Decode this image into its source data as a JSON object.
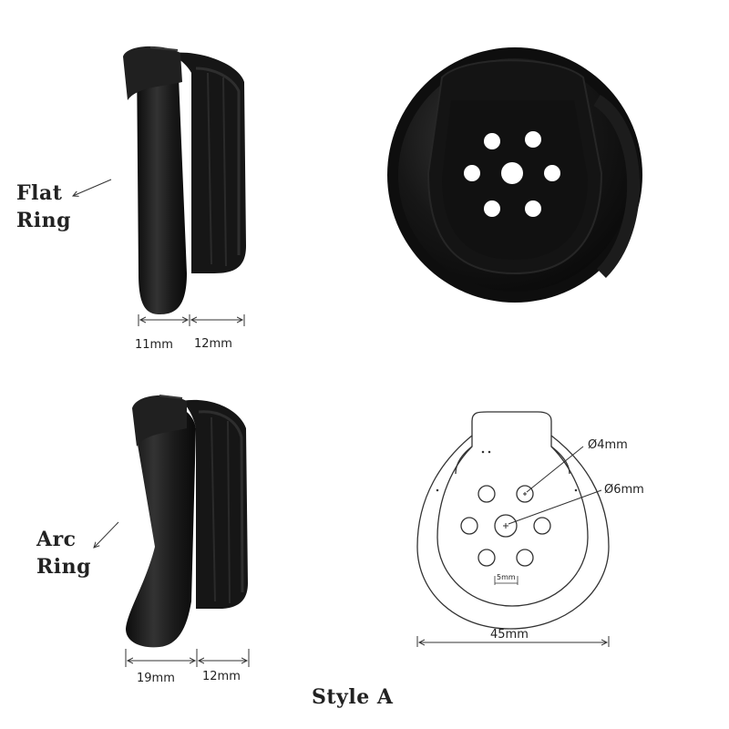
{
  "labels": {
    "flat_ring_line1": "Flat",
    "flat_ring_line2": "Ring",
    "arc_ring_line1": "Arc",
    "arc_ring_line2": "Ring",
    "style_title": "Style A"
  },
  "dimensions": {
    "flat_base": "11mm",
    "flat_cage": "12mm",
    "arc_base": "19mm",
    "arc_cage": "12mm",
    "small_hole": "Ø4mm",
    "center_hole": "Ø6mm",
    "hole_spacing": "5mm",
    "overall_width": "45mm"
  },
  "colors": {
    "product": "#141414",
    "highlight": "#2e2e2e",
    "line": "#333333"
  }
}
